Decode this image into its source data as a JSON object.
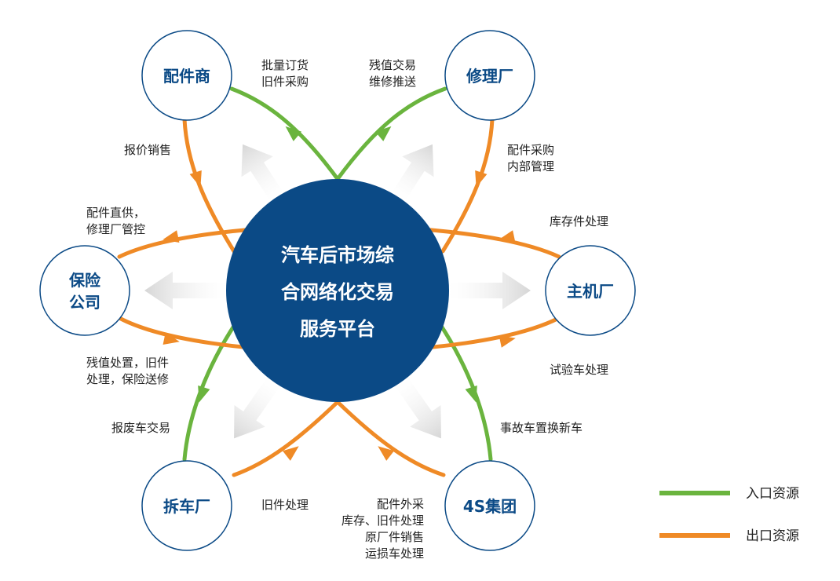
{
  "colors": {
    "inflow": "#6ab43e",
    "outflow": "#ef8a26",
    "center_fill": "#0b4a86",
    "node_stroke": "#0b4a86",
    "node_text": "#0b4a86",
    "gray_arrow": "#dcdcdc"
  },
  "center": {
    "line1": "汽车后市场综",
    "line2": "合网络化交易",
    "line3": "服务平台"
  },
  "nodes": {
    "parts_dealer": "配件商",
    "repair_factory": "修理厂",
    "insurance_line1": "保险",
    "insurance_line2": "公司",
    "oem": "主机厂",
    "dismantler": "拆车厂",
    "group_4s": "4S集团"
  },
  "annotations": {
    "bulk_order_1": "批量订货",
    "bulk_order_2": "旧件采购",
    "residual_1": "残值交易",
    "residual_2": "维修推送",
    "quote_sales": "报价销售",
    "parts_purchase_1": "配件采购",
    "parts_purchase_2": "内部管理",
    "direct_supply_1": "配件直供，",
    "direct_supply_2": "修理厂管控",
    "inventory": "库存件处理",
    "disposal_1": "残值处置，旧件",
    "disposal_2": "处理，保险送修",
    "test_vehicle": "试验车处理",
    "scrap_trade": "报废车交易",
    "accident_replace": "事故车置换新车",
    "used_parts": "旧件处理",
    "g4s_1": "配件外采",
    "g4s_2": "库存、旧件处理",
    "g4s_3": "原厂件销售",
    "g4s_4": "运损车处理"
  },
  "legend": {
    "inflow_label": "入口资源",
    "outflow_label": "出口资源"
  }
}
